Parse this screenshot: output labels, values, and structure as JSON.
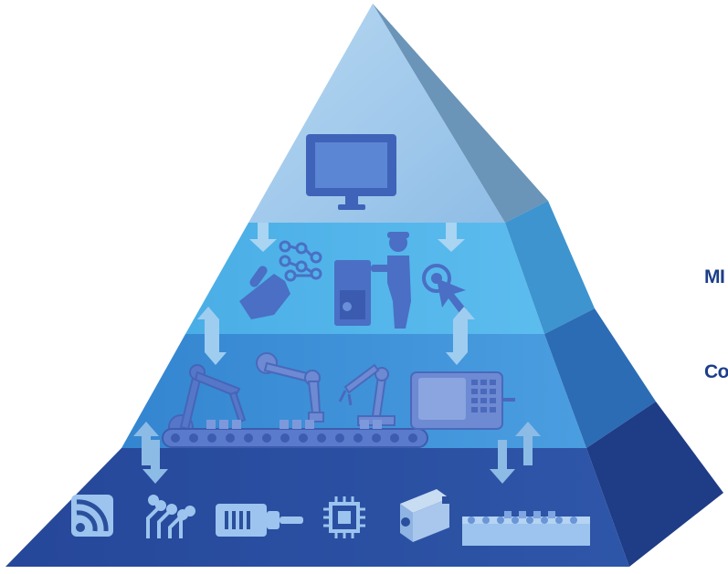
{
  "diagram": {
    "type": "automation-pyramid",
    "edge_labels": [
      "MI",
      "Co"
    ],
    "levels": [
      {
        "level": 1,
        "icons": [
          "monitor-icon"
        ],
        "color": "#9cc6ea"
      },
      {
        "level": 2,
        "icons": [
          "touch-hand-icon",
          "network-nodes-icon",
          "operator-at-machine-icon",
          "cursor-click-icon"
        ],
        "color": "#50b3e8"
      },
      {
        "level": 3,
        "icons": [
          "industrial-robot-arm-icon",
          "robot-arm-icon",
          "small-robot-arm-icon",
          "conveyor-belt-icon",
          "control-panel-icon"
        ],
        "color": "#3b8fd6"
      },
      {
        "level": 4,
        "icons": [
          "wireless-signal-icon",
          "circuit-board-icon",
          "usb-connector-icon",
          "microchip-icon",
          "servo-motor-icon",
          "terminal-block-icon"
        ],
        "color": "#2a4f9c"
      }
    ],
    "connectors": [
      "down-arrow",
      "bidirectional-arrow"
    ]
  }
}
